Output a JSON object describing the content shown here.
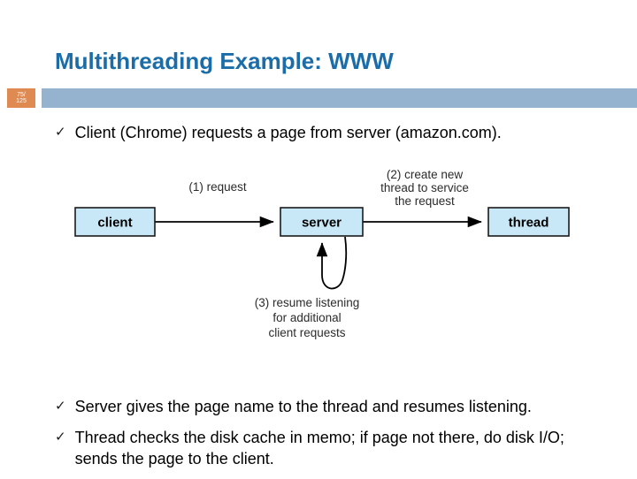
{
  "slide": {
    "title": "Multithreading Example: WWW",
    "page_badge": {
      "line1": "75/",
      "line2": "125"
    },
    "colors": {
      "title_blue": "#1A6DA9",
      "header_bar": "#95B3CE",
      "badge_orange": "#DE8A51",
      "diagram_box_fill": "#C9E8F7",
      "body_text": "#000000"
    }
  },
  "bullets": {
    "marker": "✓",
    "intro": "Client (Chrome) requests a page from server (amazon.com).",
    "outro": [
      "Server gives the page name to the thread and resumes listening.",
      "Thread checks the disk cache in memo; if page not there, do disk I/O; sends the page to the client."
    ]
  },
  "diagram": {
    "client_box": "client",
    "server_box": "server",
    "thread_box": "thread",
    "request_label": "(1) request",
    "create_label": [
      "(2) create new",
      "thread to service",
      "the request"
    ],
    "resume_label": [
      "(3) resume listening",
      "for additional",
      "client requests"
    ]
  }
}
